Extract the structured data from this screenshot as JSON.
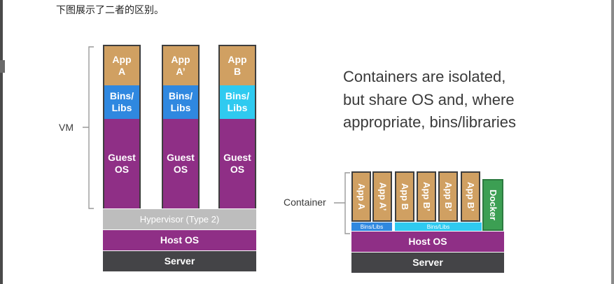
{
  "caption": "下图展示了二者的区别。",
  "diagram": {
    "vm_label": "VM",
    "container_label": "Container",
    "headline": [
      "Containers are isolated,",
      "but share OS and, where",
      "appropriate, bins/libraries"
    ],
    "vm_stacks": [
      {
        "app": "App\nA",
        "bins": "Bins/\nLibs",
        "guest": "Guest\nOS",
        "bins_color": "#2f88e0"
      },
      {
        "app": "App\nA’",
        "bins": "Bins/\nLibs",
        "guest": "Guest\nOS",
        "bins_color": "#2f88e0"
      },
      {
        "app": "App\nB",
        "bins": "Bins/\nLibs",
        "guest": "Guest\nOS",
        "bins_color": "#2fcaf0"
      }
    ],
    "hypervisor": "Hypervisor (Type 2)",
    "vm_host_os": "Host OS",
    "vm_server": "Server",
    "container_apps": [
      "App A",
      "App A’",
      "App B",
      "App B’",
      "App B’",
      "App B’"
    ],
    "docker": "Docker",
    "container_bins": [
      "Bins/Libs",
      "Bins/Libs"
    ],
    "container_host_os": "Host OS",
    "container_server": "Server",
    "colors": {
      "app": "#d0a062",
      "bins_blue": "#2f88e0",
      "bins_cyan": "#2fcaf0",
      "os_purple": "#8f2f86",
      "hypervisor_gray": "#bdbdbd",
      "server_dark": "#444447",
      "docker_green": "#3c9f53"
    }
  }
}
